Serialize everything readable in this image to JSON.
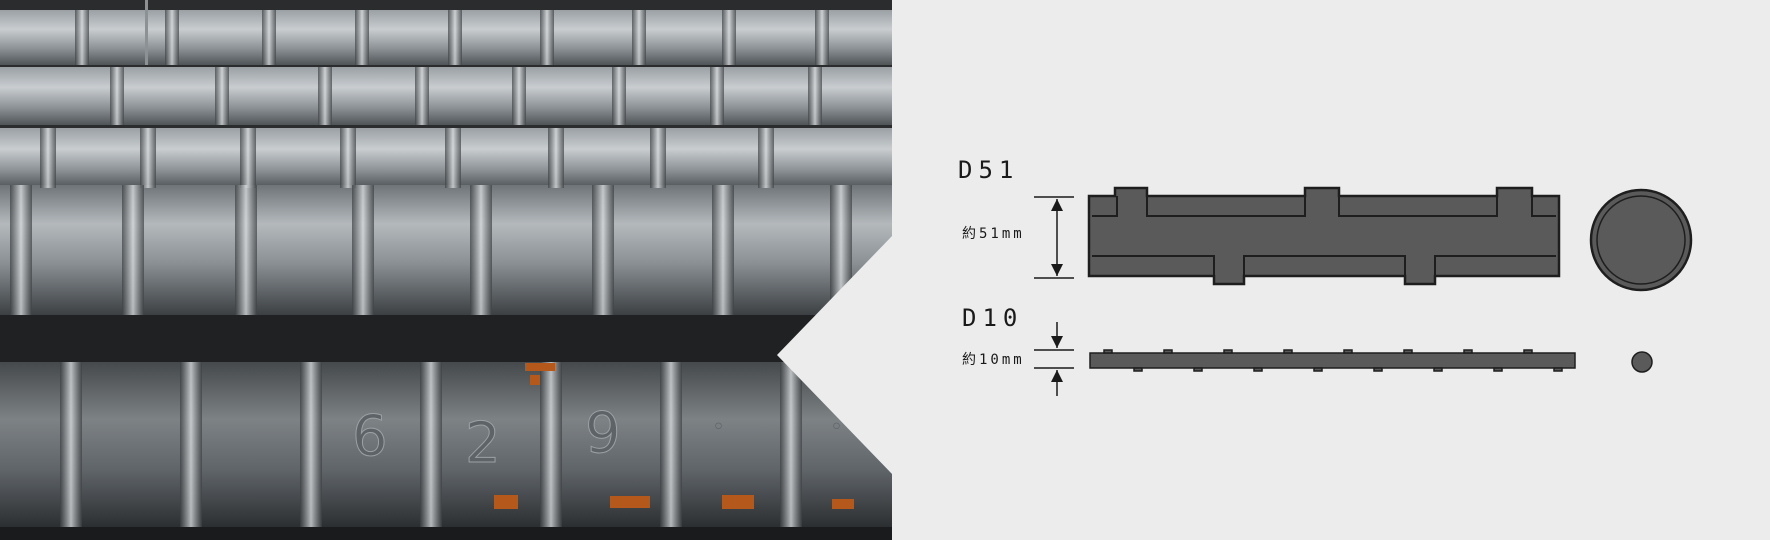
{
  "photo": {
    "description_alt": "",
    "stamp_marks": [
      "6",
      "2",
      "9",
      "◦",
      "◦"
    ]
  },
  "diagram": {
    "large_bar": {
      "size_label": "D51",
      "diameter_label": "約51mm"
    },
    "small_bar": {
      "size_label": "D10",
      "diameter_label": "約10mm"
    }
  },
  "colors": {
    "background": "#ececec",
    "bar_fill": "#5a5a5a",
    "bar_outline": "#1e1e1e",
    "dimension_line": "#1a1a1a"
  },
  "icons": [
    "rebar-photo",
    "rebar-side-view-icon",
    "rebar-cross-section-icon",
    "dimension-arrow-icon"
  ]
}
